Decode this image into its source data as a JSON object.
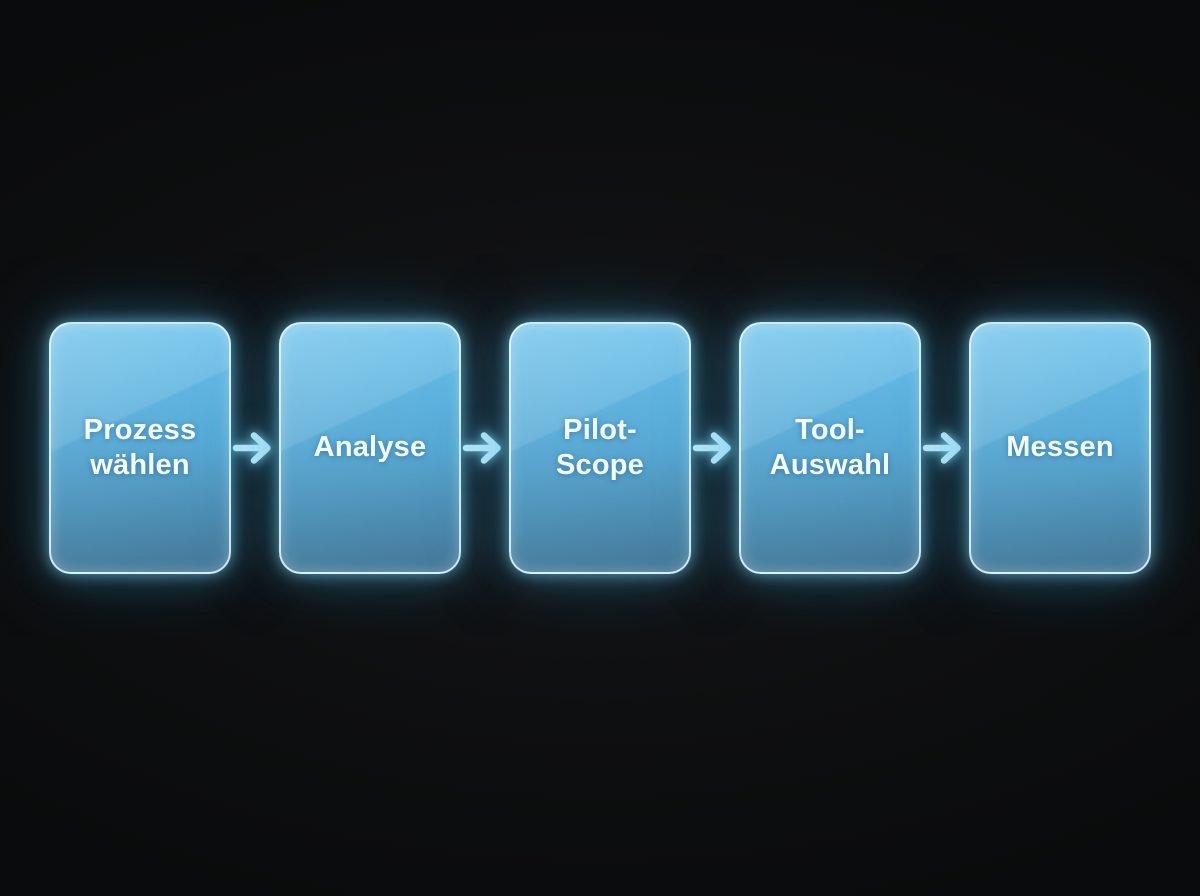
{
  "diagram": {
    "type": "horizontal-process-flow",
    "steps": [
      {
        "label": "Prozess\nwählen"
      },
      {
        "label": "Analyse"
      },
      {
        "label": "Pilot-\nScope"
      },
      {
        "label": "Tool-\nAuswahl"
      },
      {
        "label": "Messen"
      }
    ],
    "connector_icon": "arrow-right-icon",
    "colors": {
      "background": "#0d0e0f",
      "box_gradient_top": "#60bdea",
      "box_gradient_bottom": "#4b82a2",
      "box_border": "#e1f8ff",
      "glow": "#46b9eb",
      "arrow": "#b5e7fa",
      "text": "#f4fbff"
    }
  }
}
